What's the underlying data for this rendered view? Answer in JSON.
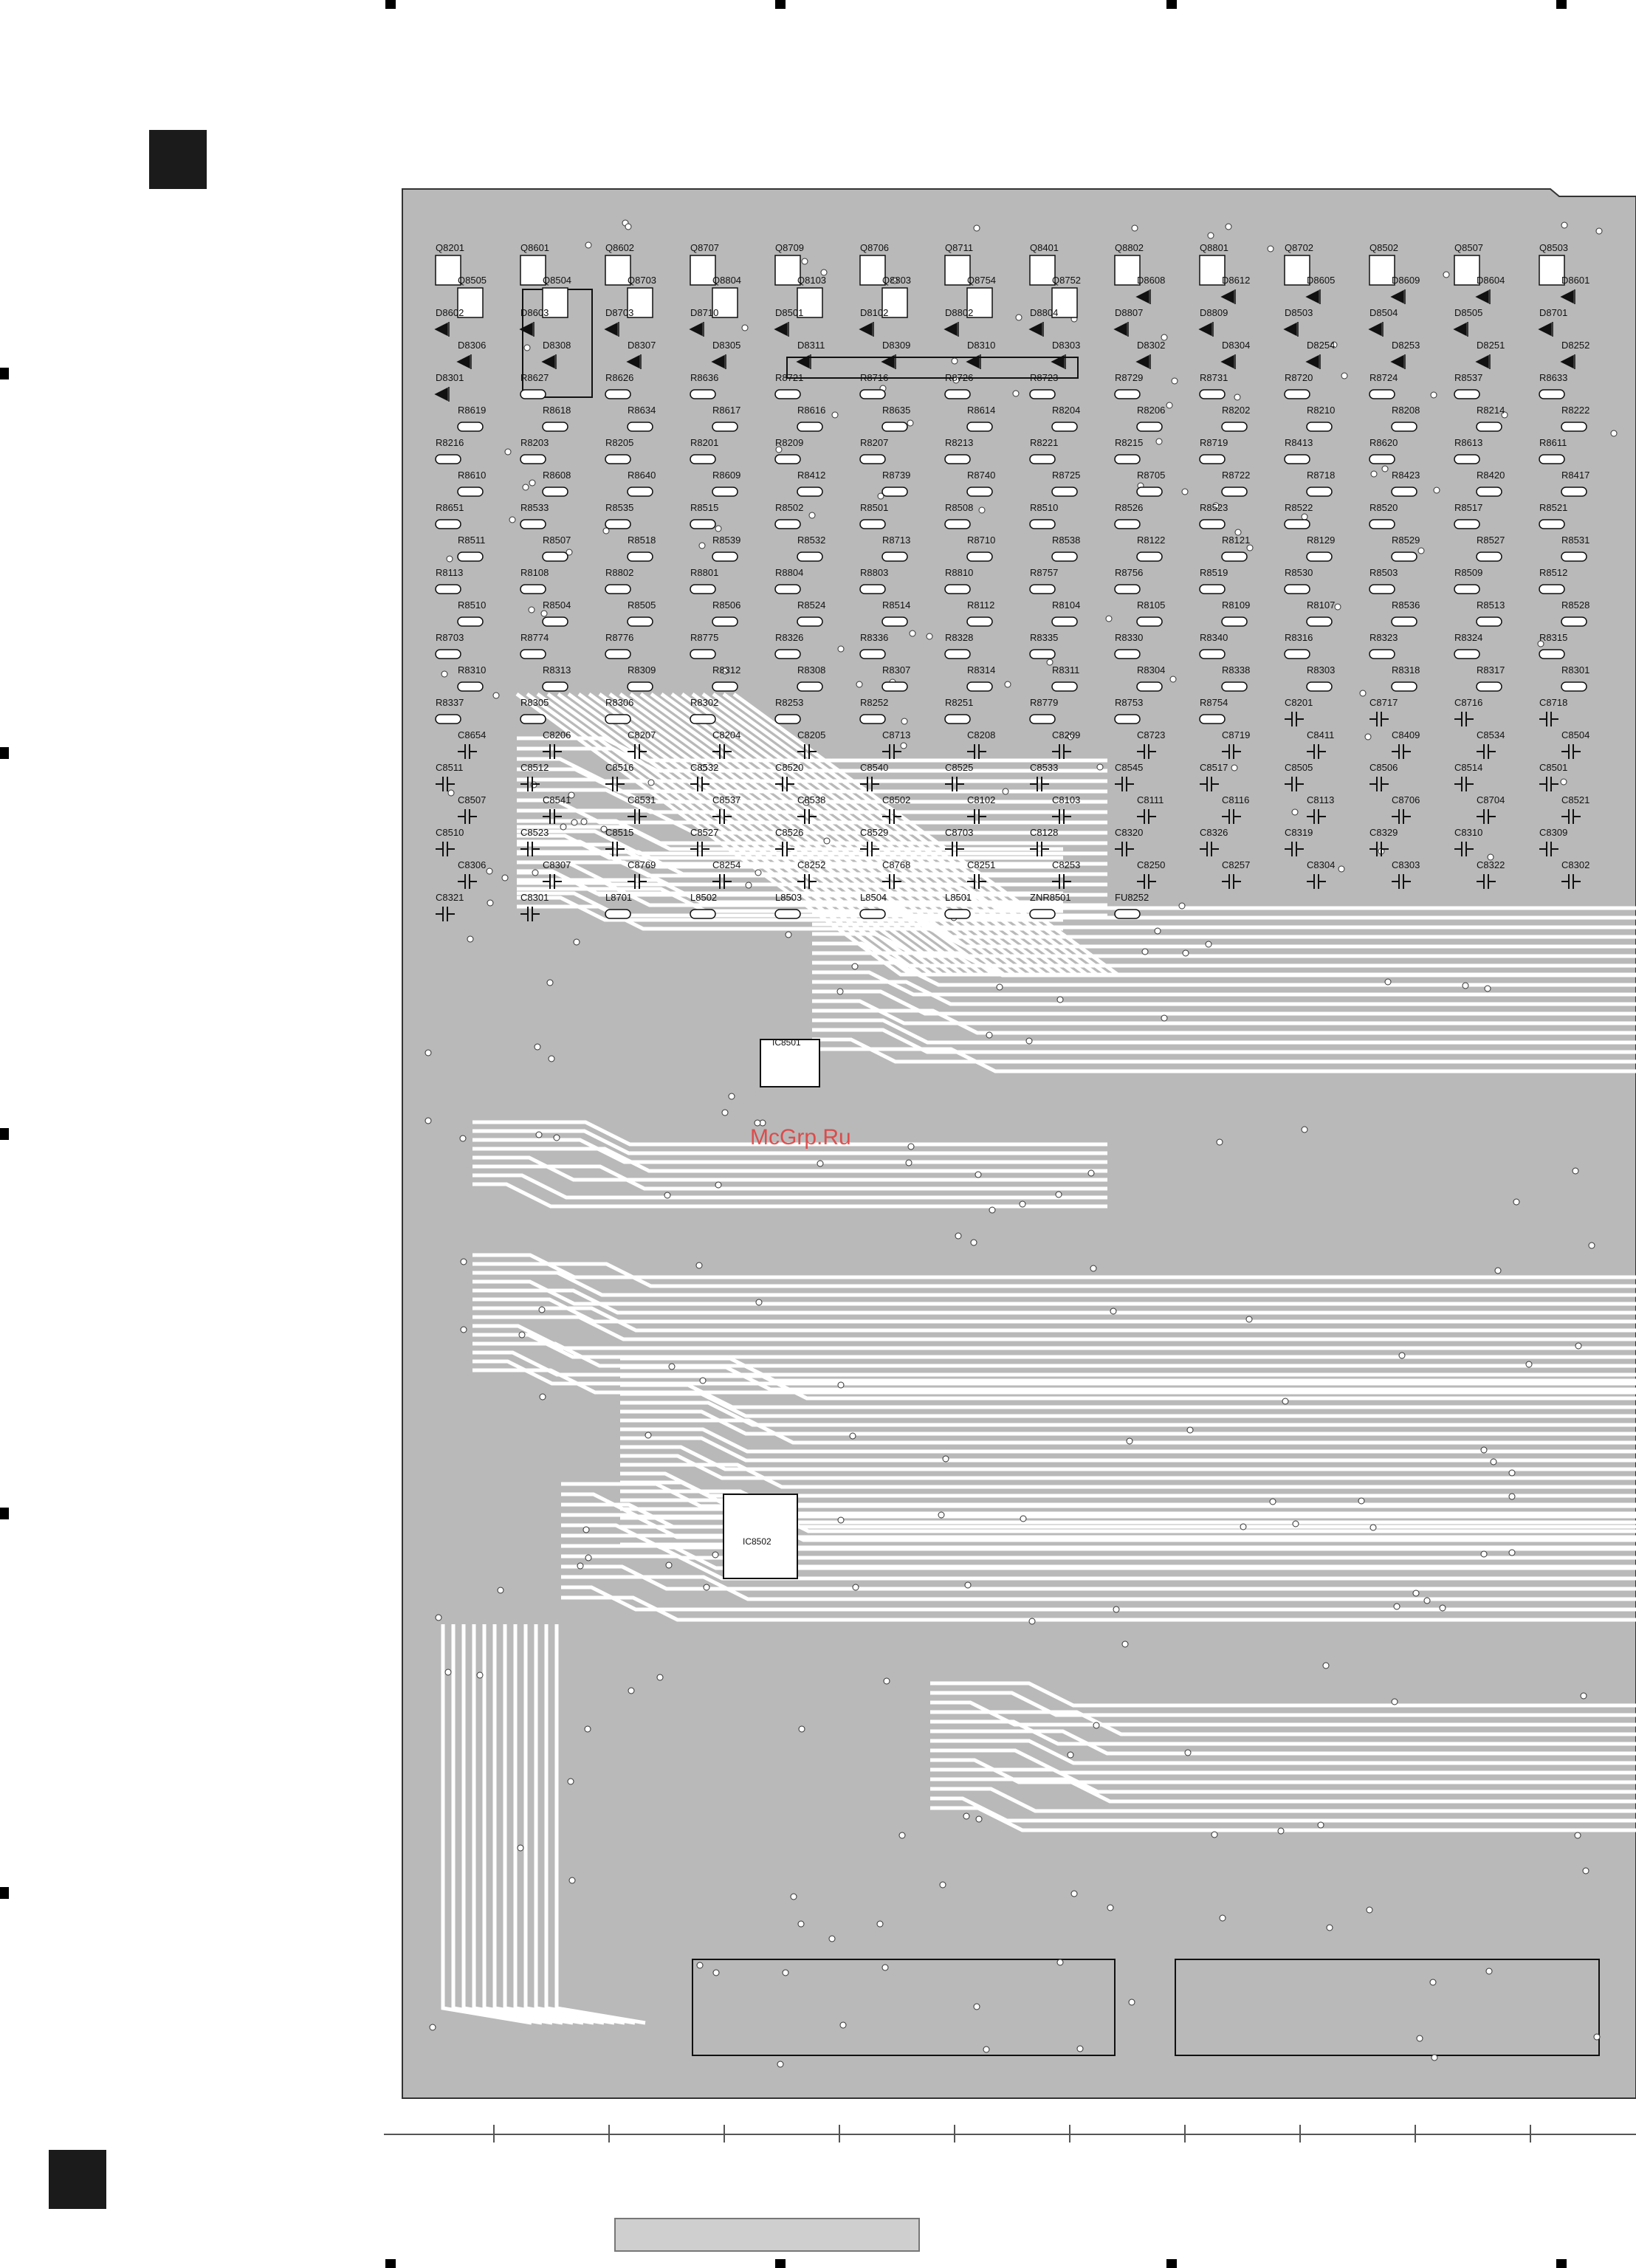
{
  "watermark": "McGrp.Ru",
  "colors": {
    "board": "#b9b9b9",
    "trace": "#ffffff",
    "pad": "#ffffff",
    "ink": "#111111",
    "marker": "#000000"
  },
  "ics": [
    {
      "label": "IC8501"
    },
    {
      "label": "IC8502"
    }
  ],
  "transistors": [
    "Q8201",
    "Q8601",
    "Q8602",
    "Q8707",
    "Q8709",
    "Q8706",
    "Q8711",
    "Q8401",
    "Q8802",
    "Q8801",
    "Q8702",
    "Q8502",
    "Q8507",
    "Q8503",
    "Q8505",
    "Q8504",
    "Q8703",
    "Q8804",
    "Q8103",
    "Q8803",
    "Q8754",
    "Q8752"
  ],
  "diodes": [
    "D8608",
    "D8612",
    "D8605",
    "D8609",
    "D8604",
    "D8601",
    "D8602",
    "D8603",
    "D8703",
    "D8710",
    "D8501",
    "D8102",
    "D8802",
    "D8804",
    "D8807",
    "D8809",
    "D8503",
    "D8504",
    "D8505",
    "D8701",
    "D8306",
    "D8308",
    "D8307",
    "D8305",
    "D8311",
    "D8309",
    "D8310",
    "D8303",
    "D8302",
    "D8304",
    "D8254",
    "D8253",
    "D8251",
    "D8252",
    "D8301"
  ],
  "resistors": [
    "R8627",
    "R8626",
    "R8636",
    "R8721",
    "R8716",
    "R8726",
    "R8723",
    "R8729",
    "R8731",
    "R8720",
    "R8724",
    "R8537",
    "R8633",
    "R8619",
    "R8618",
    "R8634",
    "R8617",
    "R8616",
    "R8635",
    "R8614",
    "R8204",
    "R8206",
    "R8202",
    "R8210",
    "R8208",
    "R8214",
    "R8222",
    "R8216",
    "R8203",
    "R8205",
    "R8201",
    "R8209",
    "R8207",
    "R8213",
    "R8221",
    "R8215",
    "R8719",
    "R8413",
    "R8620",
    "R8613",
    "R8611",
    "R8610",
    "R8608",
    "R8640",
    "R8609",
    "R8412",
    "R8739",
    "R8740",
    "R8725",
    "R8705",
    "R8722",
    "R8718",
    "R8423",
    "R8420",
    "R8417",
    "R8651",
    "R8533",
    "R8535",
    "R8515",
    "R8502",
    "R8501",
    "R8508",
    "R8510",
    "R8526",
    "R8523",
    "R8522",
    "R8520",
    "R8517",
    "R8521",
    "R8511",
    "R8507",
    "R8518",
    "R8539",
    "R8532",
    "R8713",
    "R8710",
    "R8538",
    "R8122",
    "R8121",
    "R8129",
    "R8529",
    "R8527",
    "R8531",
    "R8113",
    "R8108",
    "R8802",
    "R8801",
    "R8804",
    "R8803",
    "R8810",
    "R8757",
    "R8756",
    "R8519",
    "R8530",
    "R8503",
    "R8509",
    "R8512",
    "R8510",
    "R8504",
    "R8505",
    "R8506",
    "R8524",
    "R8514",
    "R8112",
    "R8104",
    "R8105",
    "R8109",
    "R8107",
    "R8536",
    "R8513",
    "R8528",
    "R8703",
    "R8774",
    "R8776",
    "R8775",
    "R8326",
    "R8336",
    "R8328",
    "R8335",
    "R8330",
    "R8340",
    "R8316",
    "R8323",
    "R8324",
    "R8315",
    "R8310",
    "R8313",
    "R8309",
    "R8312",
    "R8308",
    "R8307",
    "R8314",
    "R8311",
    "R8304",
    "R8338",
    "R8303",
    "R8318",
    "R8317",
    "R8301",
    "R8337",
    "R8305",
    "R8306",
    "R8302",
    "R8253",
    "R8252",
    "R8251",
    "R8779",
    "R8753",
    "R8754"
  ],
  "capacitors": [
    "C8201",
    "C8717",
    "C8716",
    "C8718",
    "C8654",
    "C8206",
    "C8207",
    "C8204",
    "C8205",
    "C8713",
    "C8208",
    "C8209",
    "C8723",
    "C8719",
    "C8411",
    "C8409",
    "C8534",
    "C8504",
    "C8511",
    "C8512",
    "C8516",
    "C8532",
    "C8520",
    "C8540",
    "C8525",
    "C8533",
    "C8545",
    "C8517",
    "C8505",
    "C8506",
    "C8514",
    "C8501",
    "C8507",
    "C8541",
    "C8531",
    "C8537",
    "C8538",
    "C8502",
    "C8102",
    "C8103",
    "C8111",
    "C8116",
    "C8113",
    "C8706",
    "C8704",
    "C8521",
    "C8510",
    "C8523",
    "C8515",
    "C8527",
    "C8526",
    "C8529",
    "C8703",
    "C8128",
    "C8320",
    "C8326",
    "C8319",
    "C8329",
    "C8310",
    "C8309",
    "C8306",
    "C8307",
    "C8769",
    "C8254",
    "C8252",
    "C8768",
    "C8251",
    "C8253",
    "C8250",
    "C8257",
    "C8304",
    "C8303",
    "C8322",
    "C8302",
    "C8321",
    "C8301"
  ],
  "others": [
    "L8701",
    "L8502",
    "L8503",
    "L8504",
    "L8501",
    "ZNR8501",
    "FU8252"
  ]
}
